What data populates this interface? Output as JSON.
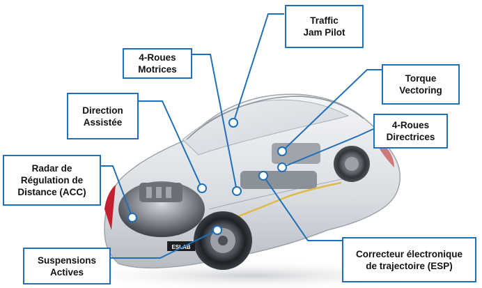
{
  "diagram": {
    "accent_color": "#1f6fb8",
    "subject": "car-cutaway",
    "badge_text": "ESLAB",
    "callouts": [
      {
        "id": "traffic-jam-pilot",
        "lines": [
          "Traffic",
          "Jam Pilot"
        ]
      },
      {
        "id": "4-roues-motrices",
        "lines": [
          "4-Roues",
          "Motrices"
        ]
      },
      {
        "id": "torque-vectoring",
        "lines": [
          "Torque",
          "Vectoring"
        ]
      },
      {
        "id": "direction-assistee",
        "lines": [
          "Direction",
          "Assistée"
        ]
      },
      {
        "id": "4-roues-directrices",
        "lines": [
          "4-Roues",
          "Directrices"
        ]
      },
      {
        "id": "radar-acc",
        "lines": [
          "Radar de",
          "Régulation de",
          "Distance (ACC)"
        ]
      },
      {
        "id": "suspensions-actives",
        "lines": [
          "Suspensions",
          "Actives"
        ]
      },
      {
        "id": "esp",
        "lines": [
          "Correcteur électronique",
          "de trajectoire (ESP)"
        ]
      }
    ]
  }
}
